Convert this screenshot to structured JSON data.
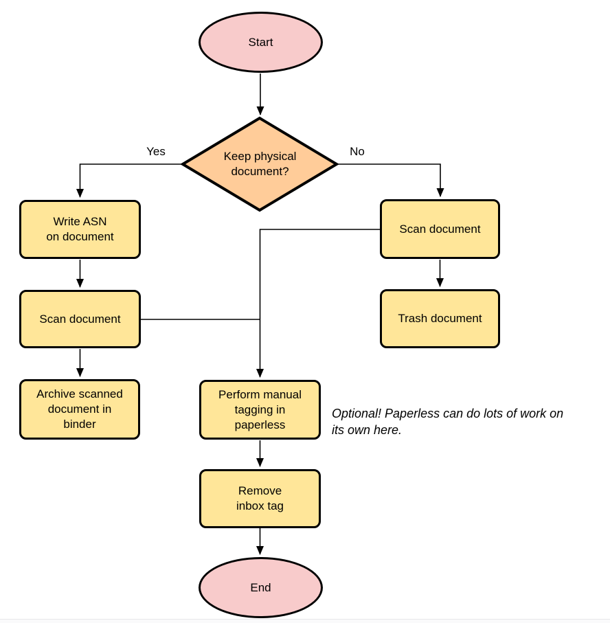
{
  "colors": {
    "terminator-fill": "#F8CBCB",
    "process-fill": "#FFE699",
    "decision-fill": "#FFCC99",
    "stroke": "#000000",
    "background": "#FFFFFF"
  },
  "nodes": {
    "start": "Start",
    "decision": [
      "Keep physical",
      "document?"
    ],
    "write_asn": [
      "Write ASN",
      "on document"
    ],
    "scan_left": "Scan document",
    "archive": [
      "Archive scanned",
      "document in",
      "binder"
    ],
    "scan_right": "Scan document",
    "trash": "Trash document",
    "tagging": [
      "Perform manual",
      "tagging in",
      "paperless"
    ],
    "remove_inbox": [
      "Remove",
      "inbox tag"
    ],
    "end": "End"
  },
  "edge_labels": {
    "yes": "Yes",
    "no": "No"
  },
  "annotation": [
    "Optional! Paperless can do lots of work on",
    "its own here."
  ]
}
